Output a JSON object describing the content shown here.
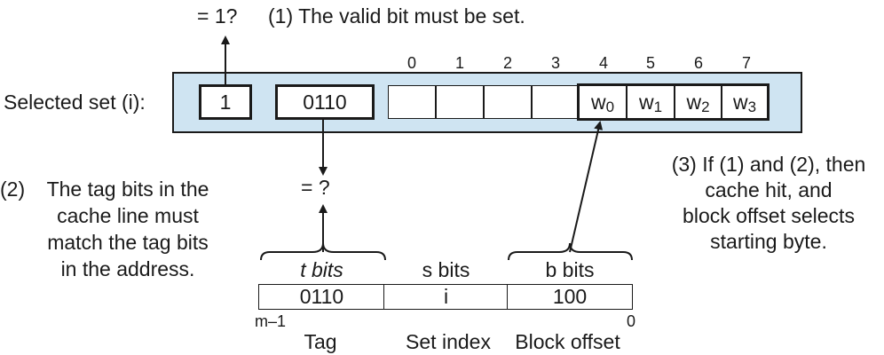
{
  "valid_check": {
    "eq": "= 1?",
    "note": "(1) The valid bit must be set."
  },
  "set_label": "Selected set (i):",
  "valid_bit": "1",
  "tag_value": "0110",
  "byte_indices": [
    "0",
    "1",
    "2",
    "3",
    "4",
    "5",
    "6",
    "7"
  ],
  "words": [
    {
      "w": "w",
      "sub": "0"
    },
    {
      "w": "w",
      "sub": "1"
    },
    {
      "w": "w",
      "sub": "2"
    },
    {
      "w": "w",
      "sub": "3"
    }
  ],
  "tag_check": "= ?",
  "note2": {
    "label": "(2)",
    "lines": [
      "The tag bits in the",
      "cache line must",
      "match the tag bits",
      "in the address."
    ]
  },
  "note3": {
    "lines": [
      "(3) If (1) and (2), then",
      "cache hit, and",
      "block offset selects",
      "starting byte."
    ]
  },
  "address": {
    "field_labels": [
      "t bits",
      "s bits",
      "b bits"
    ],
    "values": [
      "0110",
      "i",
      "100"
    ],
    "high_bit": "m–1",
    "low_bit": "0",
    "names": [
      "Tag",
      "Set index",
      "Block offset"
    ]
  }
}
